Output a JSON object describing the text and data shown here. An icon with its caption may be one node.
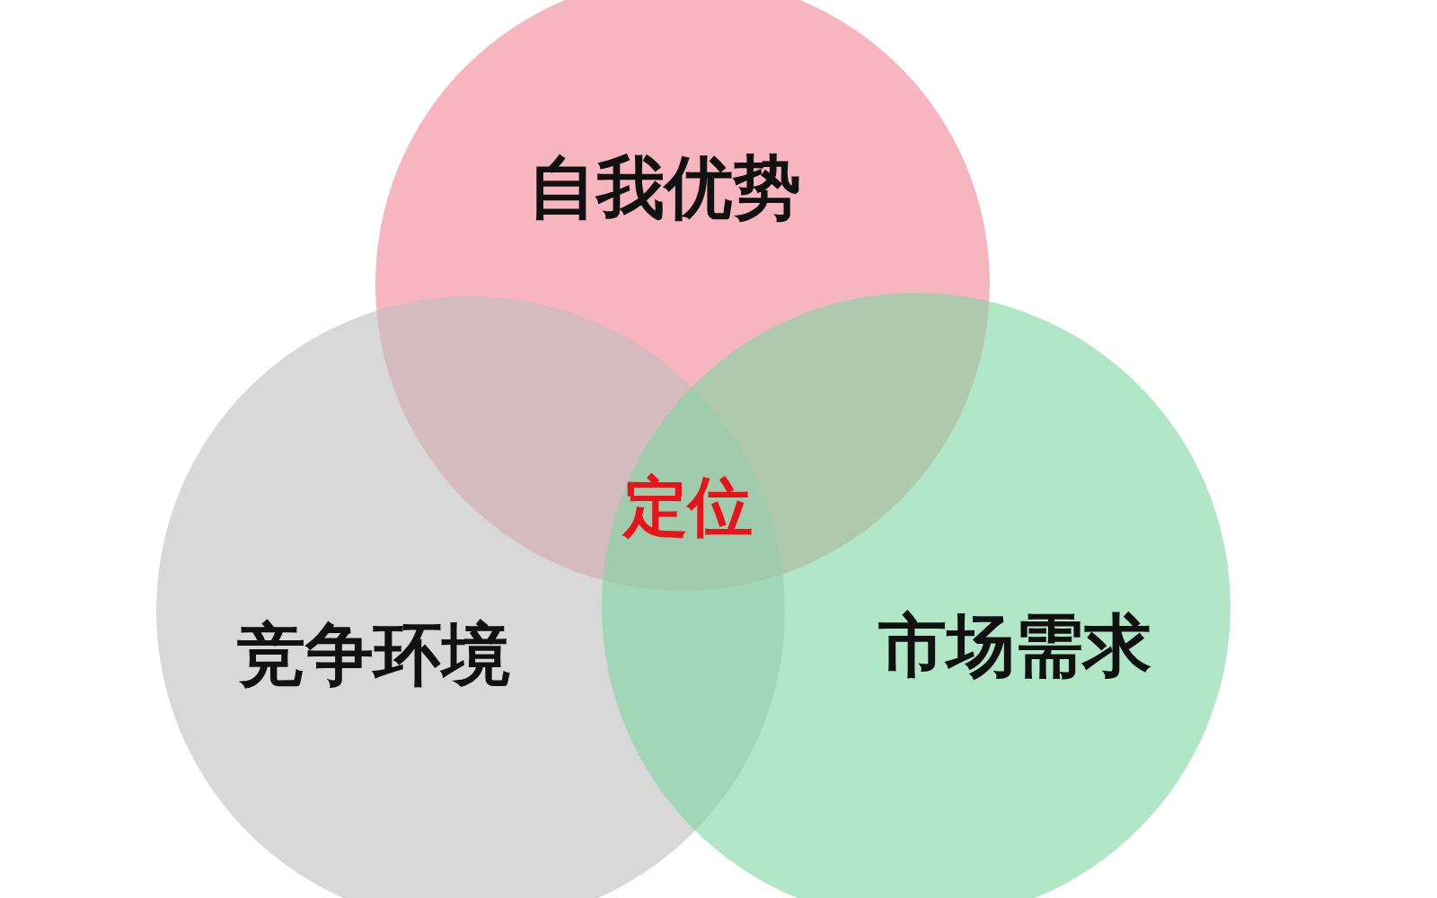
{
  "diagram": {
    "nodes": [
      {
        "text": [
          "自我优势"
        ]
      },
      {
        "text": [
          "竞争环境"
        ]
      },
      {
        "text": [
          "市场需求"
        ]
      }
    ],
    "edges": [],
    "labels": [
      "定位"
    ]
  }
}
